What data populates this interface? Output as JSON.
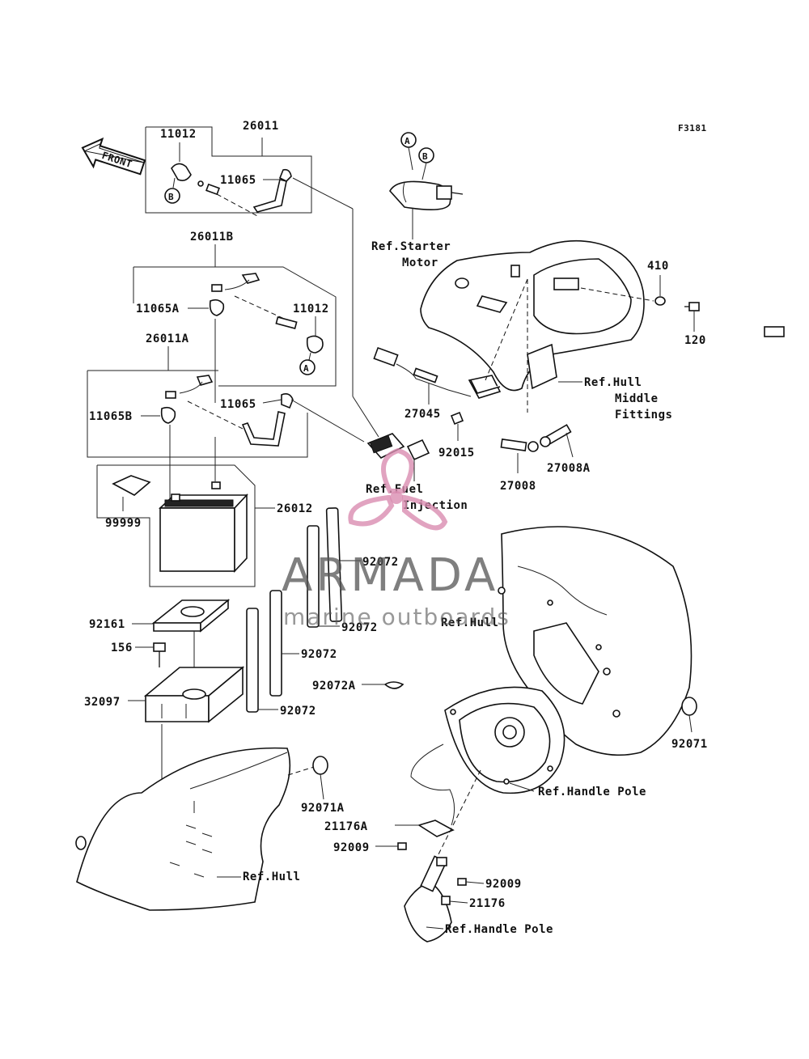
{
  "figure_code": "F3181",
  "front_label": "FRONT",
  "callouts": {
    "A": "A",
    "B": "B"
  },
  "part_numbers": {
    "p26011": "26011",
    "p11012_top": "11012",
    "p11065_top": "11065",
    "p26011B": "26011B",
    "p11065A": "11065A",
    "p11012_mid": "11012",
    "p26011A": "26011A",
    "p11065B": "11065B",
    "p11065_mid": "11065",
    "p99999": "99999",
    "p26012": "26012",
    "p92161": "92161",
    "p156": "156",
    "p32097": "32097",
    "p92072_a": "92072",
    "p92072_b": "92072",
    "p92072_c": "92072",
    "p92072_d": "92072",
    "p92072A": "92072A",
    "p92071A": "92071A",
    "p410": "410",
    "p120": "120",
    "p27045": "27045",
    "p92015": "92015",
    "p27008": "27008",
    "p27008A": "27008A",
    "p92071": "92071",
    "p21176A": "21176A",
    "p92009_a": "92009",
    "p92009_b": "92009",
    "p21176": "21176"
  },
  "references": {
    "starter_1": "Ref.Starter",
    "starter_2": "Motor",
    "hull_mid_1": "Ref.Hull",
    "hull_mid_2": "Middle",
    "hull_mid_3": "Fittings",
    "fuel_1": "Ref.Fuel",
    "fuel_2": "Injection",
    "hull_right": "Ref.Hull",
    "hull_bottom": "Ref.Hull",
    "handle_pole_1": "Ref.Handle Pole",
    "handle_pole_2": "Ref.Handle Pole"
  },
  "watermark": {
    "brand": "ARMADA",
    "tagline": "marine outboards",
    "color": "#d98cb0"
  }
}
